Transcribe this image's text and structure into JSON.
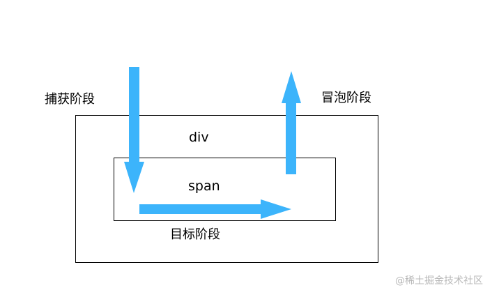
{
  "labels": {
    "capture_phase": "捕获阶段",
    "bubble_phase": "冒泡阶段",
    "target_phase": "目标阶段",
    "outer_element": "div",
    "inner_element": "span"
  },
  "watermark": "@稀土掘金技术社区",
  "colors": {
    "arrow": "#3cb4fb",
    "box_border": "#000000",
    "text": "#000000",
    "watermark": "#b8b8b8",
    "background": "#ffffff"
  },
  "arrows": [
    {
      "name": "capture-arrow",
      "direction": "down"
    },
    {
      "name": "target-arrow",
      "direction": "right"
    },
    {
      "name": "bubble-arrow",
      "direction": "up"
    }
  ]
}
